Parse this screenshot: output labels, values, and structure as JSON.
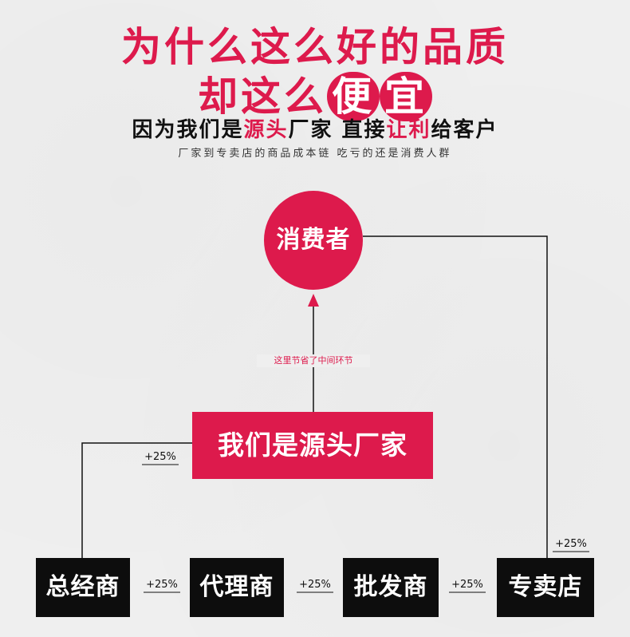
{
  "header": {
    "title_line1": "为什么这么好的品质",
    "title_line2_prefix": "却这么",
    "title_line2_highlight1": "便",
    "title_line2_highlight2": "宜",
    "tagline_part1": "因为我们是",
    "tagline_red1": "源头",
    "tagline_part2": "厂家 直接",
    "tagline_red2": "让利",
    "tagline_part3": "给客户",
    "subtitle": "厂家到专卖店的商品成本链 吃亏的还是消费人群"
  },
  "diagram": {
    "consumer_label": "消费者",
    "saved_note": "这里节省了中间环节",
    "factory_label": "我们是源头厂家",
    "chain": [
      {
        "label": "总经商"
      },
      {
        "label": "代理商"
      },
      {
        "label": "批发商"
      },
      {
        "label": "专卖店"
      }
    ],
    "markup_labels": [
      "+25%",
      "+25%",
      "+25%",
      "+25%",
      "+25%"
    ],
    "colors": {
      "accent": "#dd1a4c",
      "node": "#0d0d0d",
      "line": "#111111"
    }
  }
}
